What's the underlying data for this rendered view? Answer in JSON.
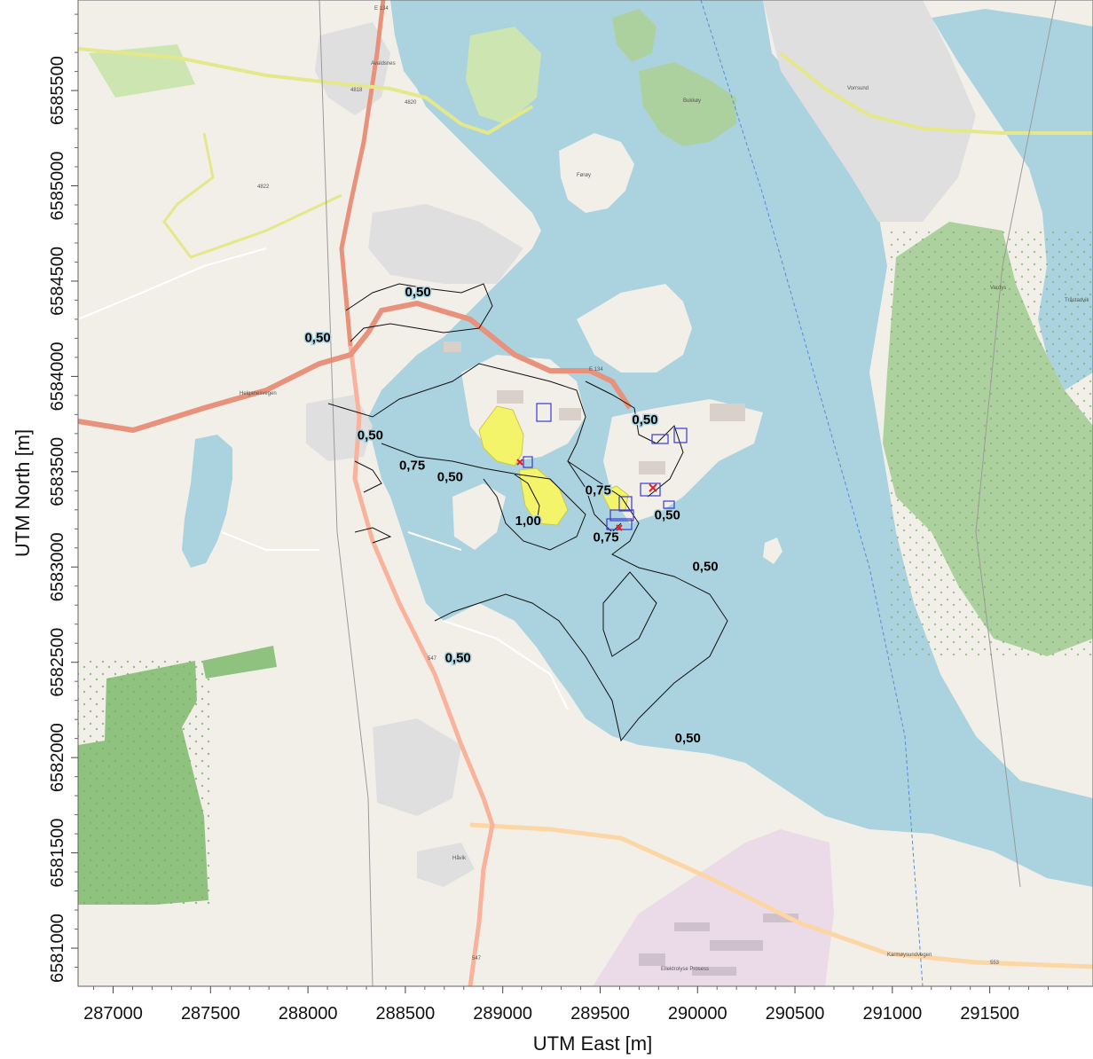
{
  "axes": {
    "xlabel": "UTM East [m]",
    "ylabel": "UTM North [m]",
    "xlim": [
      286820,
      292030
    ],
    "ylim": [
      6580800,
      6585975
    ],
    "x_ticks": [
      287000,
      287500,
      288000,
      288500,
      289000,
      289500,
      290000,
      290500,
      291000,
      291500
    ],
    "y_ticks": [
      6581000,
      6581500,
      6582000,
      6582500,
      6583000,
      6583500,
      6584000,
      6584500,
      6585000,
      6585500
    ]
  },
  "contour_labels": [
    {
      "text": "0,50",
      "x": 288565,
      "y": 6584420
    },
    {
      "text": "0,50",
      "x": 288050,
      "y": 6584180
    },
    {
      "text": "0,50",
      "x": 288320,
      "y": 6583670
    },
    {
      "text": "0,50",
      "x": 289730,
      "y": 6583750
    },
    {
      "text": "0,75",
      "x": 288535,
      "y": 6583510
    },
    {
      "text": "0,50",
      "x": 288730,
      "y": 6583450
    },
    {
      "text": "0,75",
      "x": 289490,
      "y": 6583380
    },
    {
      "text": "1,00",
      "x": 289130,
      "y": 6583220
    },
    {
      "text": "0,75",
      "x": 289530,
      "y": 6583135
    },
    {
      "text": "0,50",
      "x": 289845,
      "y": 6583250
    },
    {
      "text": "0,50",
      "x": 290040,
      "y": 6582980
    },
    {
      "text": "0,50",
      "x": 288770,
      "y": 6582500
    },
    {
      "text": "0,50",
      "x": 289950,
      "y": 6582080
    }
  ],
  "map_text": {
    "road_e134": "E 134",
    "road_e134b": "E 134",
    "road_547": "547",
    "road_547b": "547",
    "road_4818": "4818",
    "road_4822": "4822",
    "road_4820": "4820",
    "road_553": "553",
    "place_avaldsnes": "Avaldsnes",
    "place_farey": "Førøy",
    "place_haavik": "Håvik",
    "place_trastadvik": "Tråstadvik",
    "place_vorrsund": "Vorrsund",
    "place_bukkey": "Bukkøy",
    "place_vardys": "Vardys",
    "place_industri": "Ellektrolyse Prosess",
    "road_karmoysundvegen": "Karmøysundvegen",
    "road_helganesvegen": "Helganesvegen"
  },
  "colors": {
    "water": "#aad3df",
    "land": "#f2efe9",
    "forest": "#add19e",
    "forest_dense": "#8fc27e",
    "meadow": "#cde6b1",
    "residential": "#e0dfdf",
    "industrial": "#ebdbe8",
    "motorway": "#e8927c",
    "trunk": "#f9b29c",
    "primary": "#fcd6a4",
    "secondary": "#f7fabf",
    "yellow_zone": "#f4f46a",
    "building_outline": "#3a3ad0",
    "source_marker": "#e0202a"
  }
}
